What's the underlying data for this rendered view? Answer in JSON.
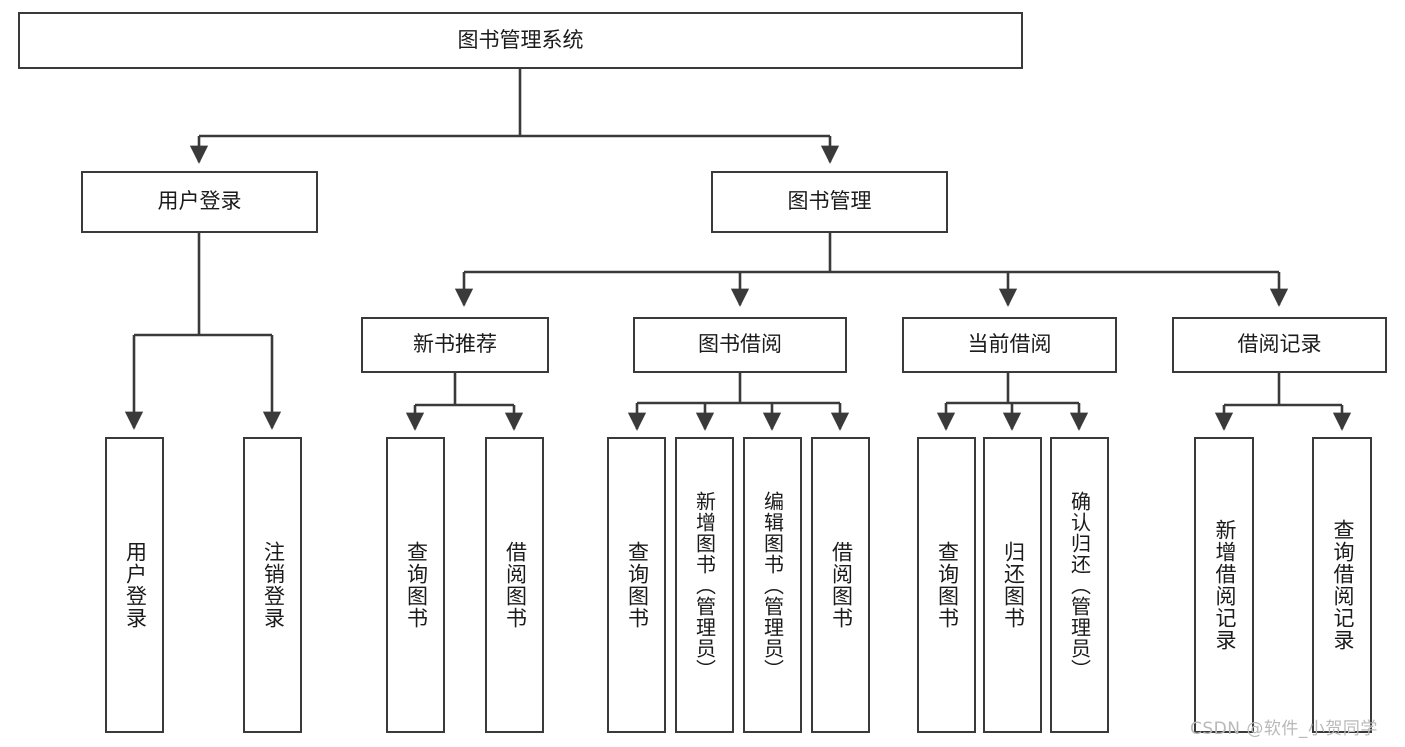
{
  "diagram": {
    "type": "tree-hierarchy",
    "title": "图书管理系统",
    "orientation": "top-down",
    "background_color": "#ffffff",
    "box_border_color": "#3a3a3a",
    "connector_color": "#3a3a3a",
    "text_color": "#1b1b1b",
    "watermark": "CSDN @软件_小贺同学",
    "watermark_color": "#b9b9b9"
  },
  "nodes": {
    "root": {
      "label": "图书管理系统"
    },
    "level2": [
      {
        "id": "user-login",
        "label": "用户登录"
      },
      {
        "id": "book-management",
        "label": "图书管理"
      }
    ],
    "level3": [
      {
        "id": "new-book-recommend",
        "label": "新书推荐"
      },
      {
        "id": "book-borrow",
        "label": "图书借阅"
      },
      {
        "id": "current-borrow",
        "label": "当前借阅"
      },
      {
        "id": "borrow-record",
        "label": "借阅记录"
      }
    ],
    "leaves": {
      "user_login": [
        {
          "id": "leaf-user-login",
          "label": "用户登录"
        },
        {
          "id": "leaf-logout-login",
          "label": "注销登录"
        }
      ],
      "new_book_recommend": [
        {
          "id": "leaf-query-book-1",
          "label": "查询图书"
        },
        {
          "id": "leaf-borrow-book-1",
          "label": "借阅图书"
        }
      ],
      "book_borrow": [
        {
          "id": "leaf-query-book-2",
          "label": "查询图书"
        },
        {
          "id": "leaf-add-book",
          "label": "新增图书（管理员）"
        },
        {
          "id": "leaf-edit-book",
          "label": "编辑图书（管理员）"
        },
        {
          "id": "leaf-borrow-book-2",
          "label": "借阅图书"
        }
      ],
      "current_borrow": [
        {
          "id": "leaf-query-book-3",
          "label": "查询图书"
        },
        {
          "id": "leaf-return-book",
          "label": "归还图书"
        },
        {
          "id": "leaf-confirm-return",
          "label": "确认归还（管理员）"
        }
      ],
      "borrow_record": [
        {
          "id": "leaf-add-record",
          "label": "新增借阅记录"
        },
        {
          "id": "leaf-query-record",
          "label": "查询借阅记录"
        }
      ]
    }
  }
}
